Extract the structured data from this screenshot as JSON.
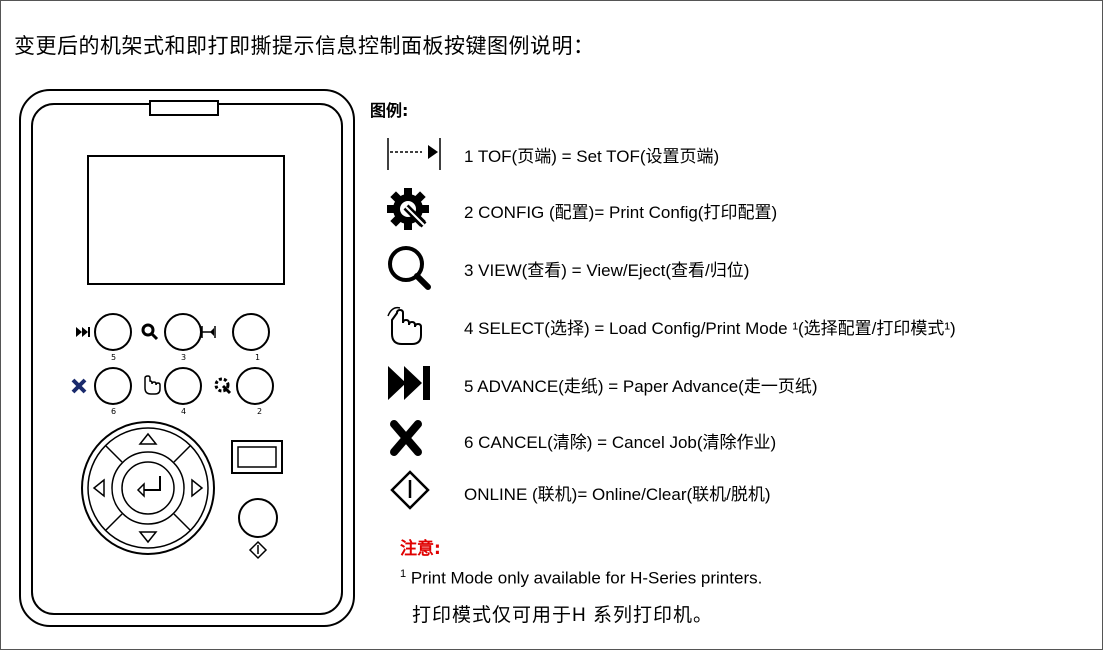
{
  "heading": "变更后的机架式和即打即撕提示信息控制面板按键图例说明：",
  "legend_title": "图例:",
  "items": [
    {
      "icon": "tof-icon",
      "text": "1   TOF(页端) = Set TOF(设置页端)"
    },
    {
      "icon": "config-gear-wrench-icon",
      "text": "2   CONFIG (配置)= Print Config(打印配置)"
    },
    {
      "icon": "magnifier-icon",
      "text": "3   VIEW(查看) = View/Eject(查看/归位)"
    },
    {
      "icon": "hand-pointer-icon",
      "text": "4   SELECT(选择) = Load Config/Print Mode ¹(选择配置/打印模式¹)"
    },
    {
      "icon": "fast-forward-icon",
      "text": "5   ADVANCE(走纸) = Paper Advance(走一页纸)"
    },
    {
      "icon": "cross-icon",
      "text": "6   CANCEL(清除) = Cancel Job(清除作业)"
    },
    {
      "icon": "online-diamond-icon",
      "text": "ONLINE (联机)= Online/Clear(联机/脱机)"
    }
  ],
  "note_title": "注意:",
  "note_sup": "1",
  "note_line1": " Print Mode only available for H-Series printers.",
  "note_line2": "打印模式仅可用于H  系列打印机。",
  "panel_labels": [
    "5",
    "3",
    "1",
    "6",
    "4",
    "2"
  ]
}
